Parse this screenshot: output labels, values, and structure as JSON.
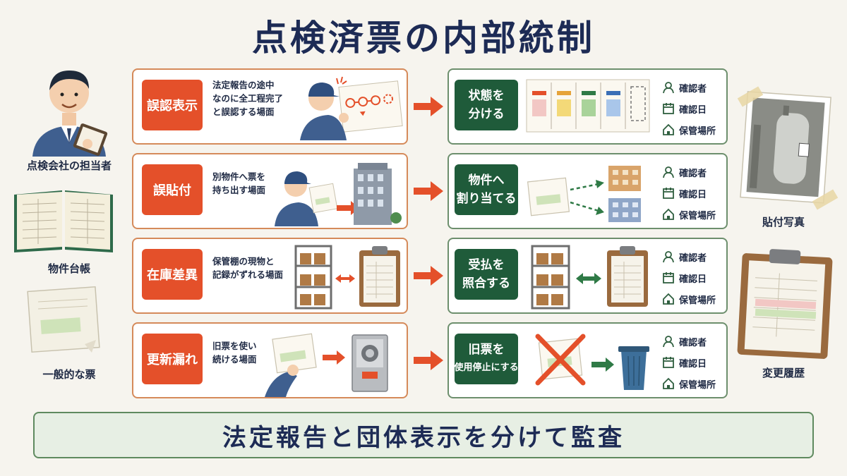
{
  "title": "点検済票の内部統制",
  "left_side": {
    "person_label": "点検会社の担当者",
    "ledger_label": "物件台帳",
    "ticket_label": "一般的な票"
  },
  "right_side": {
    "photo_label": "貼付写真",
    "history_label": "変更履歴"
  },
  "rows": [
    {
      "problem": "誤認表示",
      "desc": [
        "法定報告の途中",
        "なのに全工程完了",
        "と誤認する場面"
      ],
      "solution": [
        "状態を",
        "分ける"
      ],
      "checks": [
        "確認者",
        "確認日",
        "保管場所"
      ]
    },
    {
      "problem": "誤貼付",
      "desc": [
        "別物件へ票を",
        "持ち出す場面"
      ],
      "solution": [
        "物件へ",
        "割り当てる"
      ],
      "checks": [
        "確認者",
        "確認日",
        "保管場所"
      ]
    },
    {
      "problem": "在庫差異",
      "desc": [
        "保管棚の現物と",
        "記録がずれる場面"
      ],
      "solution": [
        "受払を",
        "照合する"
      ],
      "checks": [
        "確認者",
        "確認日",
        "保管場所"
      ]
    },
    {
      "problem": "更新漏れ",
      "desc": [
        "旧票を使い",
        "続ける場面"
      ],
      "solution": [
        "旧票を",
        "使用停止にする"
      ],
      "checks": [
        "確認者",
        "確認日",
        "保管場所"
      ]
    }
  ],
  "banner": "法定報告と団体表示を分けて監査",
  "colors": {
    "problem_accent": "#e4502a",
    "solution_accent": "#1f5b3a",
    "title": "#1d2b55"
  }
}
